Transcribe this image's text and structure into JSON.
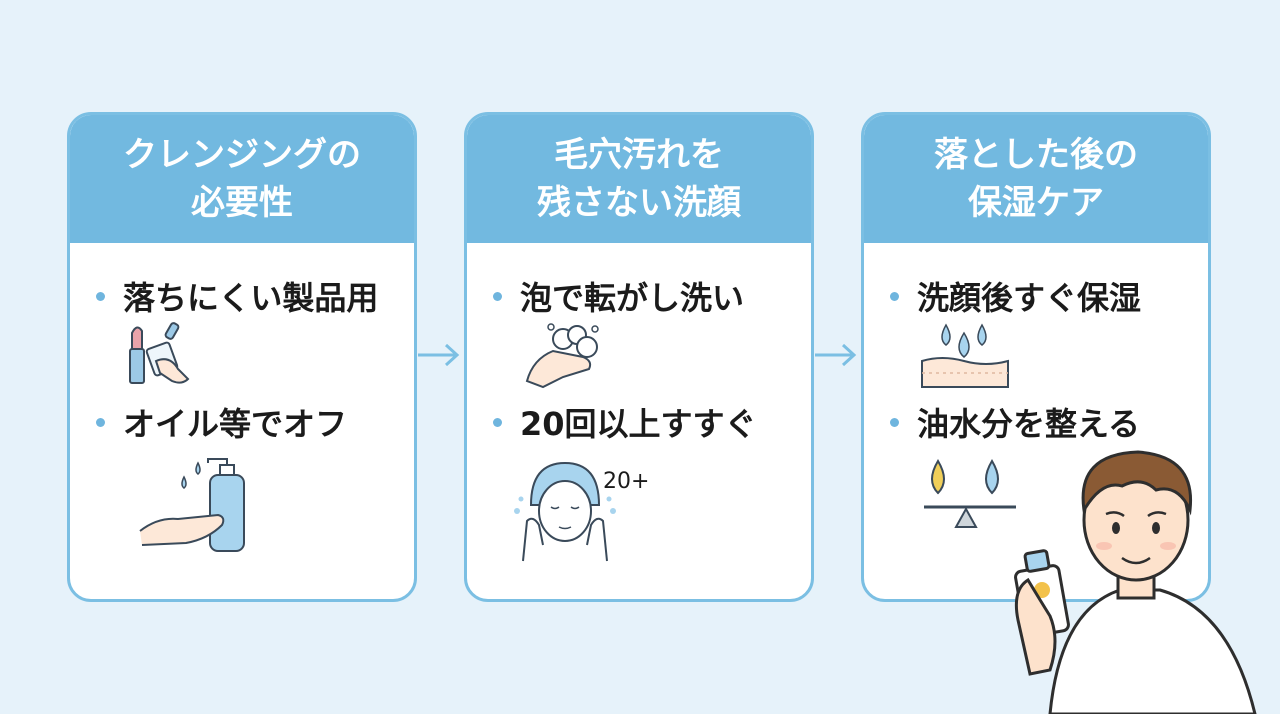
{
  "colors": {
    "background": "#e6f2fa",
    "card_header": "#72b9e0",
    "card_border": "#7bbfe3",
    "bullet_dot": "#6fb5de"
  },
  "cards": [
    {
      "title": "クレンジングの\n必要性",
      "items": [
        {
          "label": "落ちにくい製品用",
          "icon": "lipstick-and-wipe-icon"
        },
        {
          "label": "オイル等でオフ",
          "icon": "oil-pump-bottle-hand-icon"
        }
      ]
    },
    {
      "title": "毛穴汚れを\n残さない洗顔",
      "items": [
        {
          "label": "泡で転がし洗い",
          "icon": "foam-hand-icon"
        },
        {
          "label": "20回以上すすぐ",
          "icon": "rinsing-face-icon",
          "badge": "20+"
        }
      ]
    },
    {
      "title": "落とした後の\n保湿ケア",
      "items": [
        {
          "label": "洗顔後すぐ保湿",
          "icon": "skin-moisture-drops-icon"
        },
        {
          "label": "油水分を整える",
          "icon": "oil-water-balance-icon"
        }
      ]
    }
  ],
  "arrows": [
    "arrow-right-icon",
    "arrow-right-icon"
  ],
  "person": {
    "icon": "man-holding-sunscreen-icon"
  }
}
